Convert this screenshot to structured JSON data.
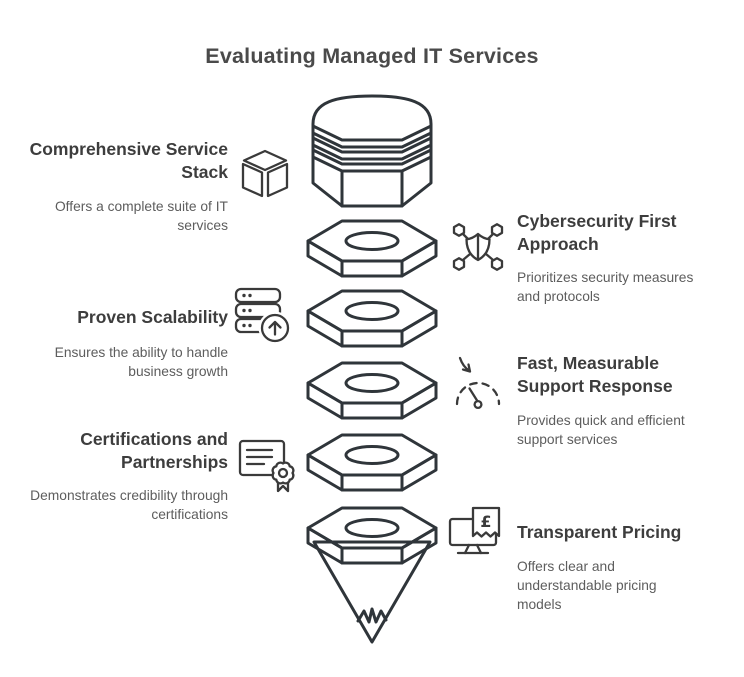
{
  "title": "Evaluating Managed IT Services",
  "funnel": {
    "outline_color": "#2F353A",
    "top_face_color": "#DEDEDC",
    "hole_color": "#C6C6C4",
    "band_color": "#E4E4E2",
    "cone_color": "#D8D8D6",
    "segments": [
      {
        "name": "cap",
        "color": "#6FD6F3"
      },
      {
        "name": "segment-2",
        "color": "#69E7AE"
      },
      {
        "name": "segment-3",
        "color": "#C9EE7E"
      },
      {
        "name": "segment-4",
        "color": "#F8F07F"
      },
      {
        "name": "segment-5",
        "color": "#F9BA79"
      },
      {
        "name": "segment-6",
        "color": "#FCA1A1"
      }
    ]
  },
  "items_left": [
    {
      "title": "Comprehensive Service Stack",
      "description": "Offers a complete suite of IT services",
      "icon": "cube-icon"
    },
    {
      "title": "Proven Scalability",
      "description": "Ensures the ability to handle business growth",
      "icon": "server-scale-icon"
    },
    {
      "title": "Certifications and Partnerships",
      "description": "Demonstrates credibility through certifications",
      "icon": "certificate-icon"
    }
  ],
  "items_right": [
    {
      "title": "Cybersecurity First Approach",
      "description": "Prioritizes security measures and protocols",
      "icon": "shield-network-icon"
    },
    {
      "title": "Fast, Measurable Support Response",
      "description": "Provides quick and efficient support services",
      "icon": "gauge-icon"
    },
    {
      "title": "Transparent Pricing",
      "description": "Offers clear and understandable pricing models",
      "icon": "pricing-monitor-icon",
      "currency_symbol": "£"
    }
  ]
}
